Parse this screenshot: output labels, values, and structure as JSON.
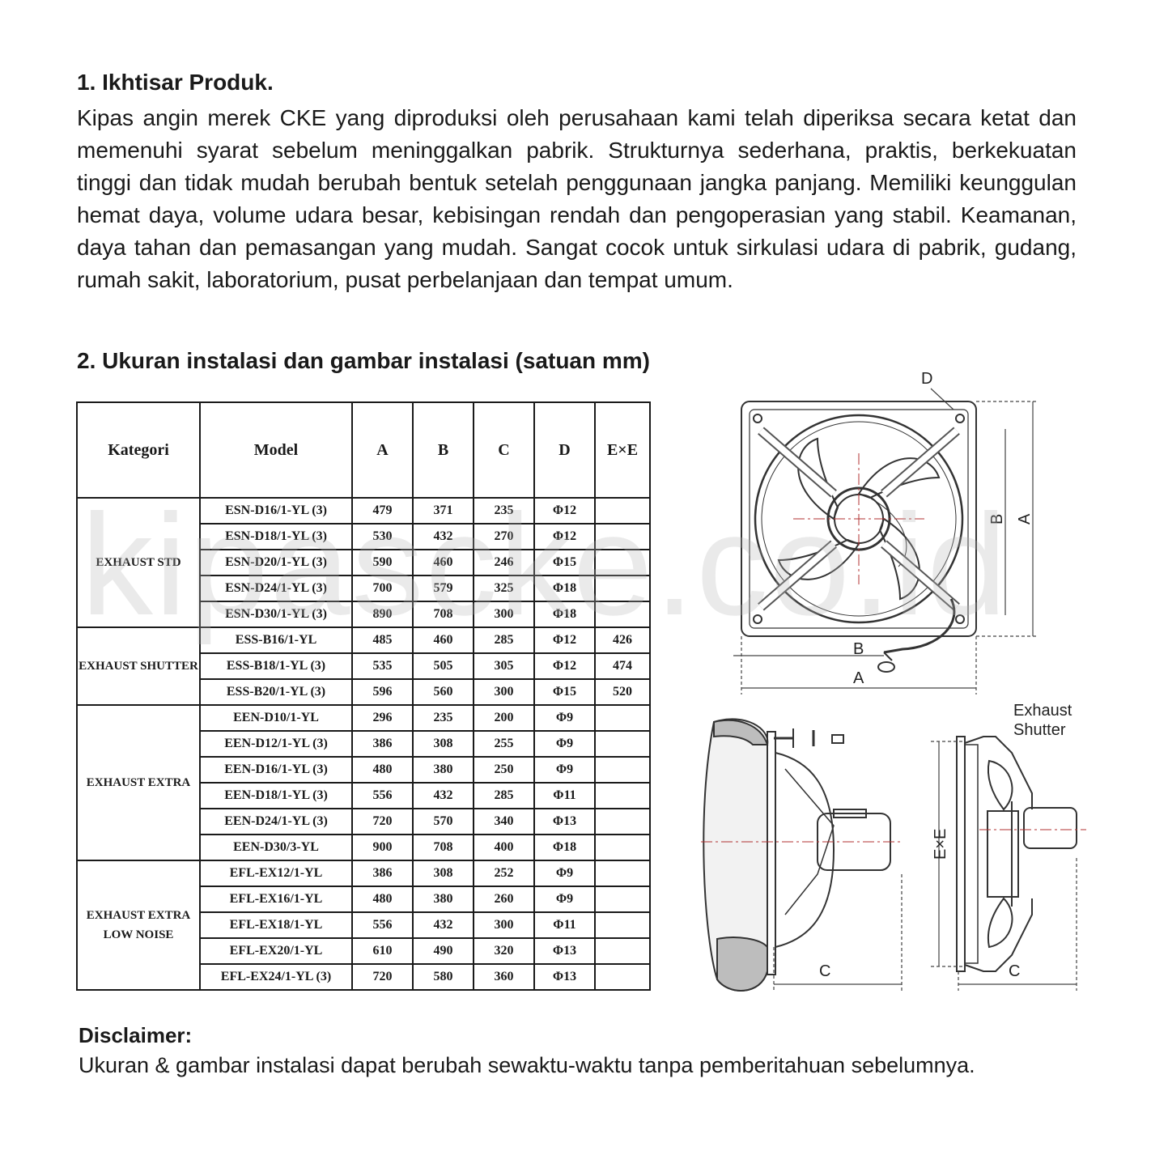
{
  "section1": {
    "title": "1. Ikhtisar Produk.",
    "text": "Kipas angin merek CKE yang diproduksi oleh perusahaan kami telah diperiksa secara ketat dan memenuhi syarat sebelum meninggalkan pabrik. Strukturnya sederhana, praktis, berkekuatan tinggi dan tidak mudah berubah bentuk setelah penggunaan jangka panjang. Memiliki keunggulan hemat daya, volume udara besar, kebisingan rendah dan pengoperasian yang stabil. Keamanan, daya tahan dan pemasangan yang mudah. Sangat cocok untuk sirkulasi udara di pabrik, gudang, rumah sakit, laboratorium, pusat perbelanjaan dan tempat umum."
  },
  "section2": {
    "title": "2. Ukuran instalasi dan gambar instalasi (satuan mm)"
  },
  "table": {
    "headers": [
      "Kategori",
      "Model",
      "A",
      "B",
      "C",
      "D",
      "E×E"
    ],
    "groups": [
      {
        "category": "EXHAUST STD",
        "rows": [
          [
            "ESN-D16/1-YL (3)",
            "479",
            "371",
            "235",
            "Φ12",
            ""
          ],
          [
            "ESN-D18/1-YL (3)",
            "530",
            "432",
            "270",
            "Φ12",
            ""
          ],
          [
            "ESN-D20/1-YL (3)",
            "590",
            "460",
            "246",
            "Φ15",
            ""
          ],
          [
            "ESN-D24/1-YL (3)",
            "700",
            "579",
            "325",
            "Φ18",
            ""
          ],
          [
            "ESN-D30/1-YL (3)",
            "890",
            "708",
            "300",
            "Φ18",
            ""
          ]
        ]
      },
      {
        "category": "EXHAUST SHUTTER",
        "rows": [
          [
            "ESS-B16/1-YL",
            "485",
            "460",
            "285",
            "Φ12",
            "426"
          ],
          [
            "ESS-B18/1-YL (3)",
            "535",
            "505",
            "305",
            "Φ12",
            "474"
          ],
          [
            "ESS-B20/1-YL (3)",
            "596",
            "560",
            "300",
            "Φ15",
            "520"
          ]
        ]
      },
      {
        "category": "EXHAUST EXTRA",
        "rows": [
          [
            "EEN-D10/1-YL",
            "296",
            "235",
            "200",
            "Φ9",
            ""
          ],
          [
            "EEN-D12/1-YL (3)",
            "386",
            "308",
            "255",
            "Φ9",
            ""
          ],
          [
            "EEN-D16/1-YL (3)",
            "480",
            "380",
            "250",
            "Φ9",
            ""
          ],
          [
            "EEN-D18/1-YL (3)",
            "556",
            "432",
            "285",
            "Φ11",
            ""
          ],
          [
            "EEN-D24/1-YL (3)",
            "720",
            "570",
            "340",
            "Φ13",
            ""
          ],
          [
            "EEN-D30/3-YL",
            "900",
            "708",
            "400",
            "Φ18",
            ""
          ]
        ]
      },
      {
        "category": "EXHAUST EXTRA LOW NOISE",
        "rows": [
          [
            "EFL-EX12/1-YL",
            "386",
            "308",
            "252",
            "Φ9",
            ""
          ],
          [
            "EFL-EX16/1-YL",
            "480",
            "380",
            "260",
            "Φ9",
            ""
          ],
          [
            "EFL-EX18/1-YL",
            "556",
            "432",
            "300",
            "Φ11",
            ""
          ],
          [
            "EFL-EX20/1-YL",
            "610",
            "490",
            "320",
            "Φ13",
            ""
          ],
          [
            "EFL-EX24/1-YL (3)",
            "720",
            "580",
            "360",
            "Φ13",
            ""
          ]
        ]
      }
    ]
  },
  "diagram": {
    "label_d": "D",
    "label_a": "A",
    "label_b": "B",
    "label_c": "C",
    "label_exe": "E×E",
    "shutter_line1": "Exhaust",
    "shutter_line2": "Shutter"
  },
  "watermark": "kipascke.co.id",
  "disclaimer": {
    "title": "Disclaimer:",
    "text": "Ukuran & gambar instalasi dapat berubah sewaktu-waktu tanpa pemberitahuan sebelumnya."
  }
}
